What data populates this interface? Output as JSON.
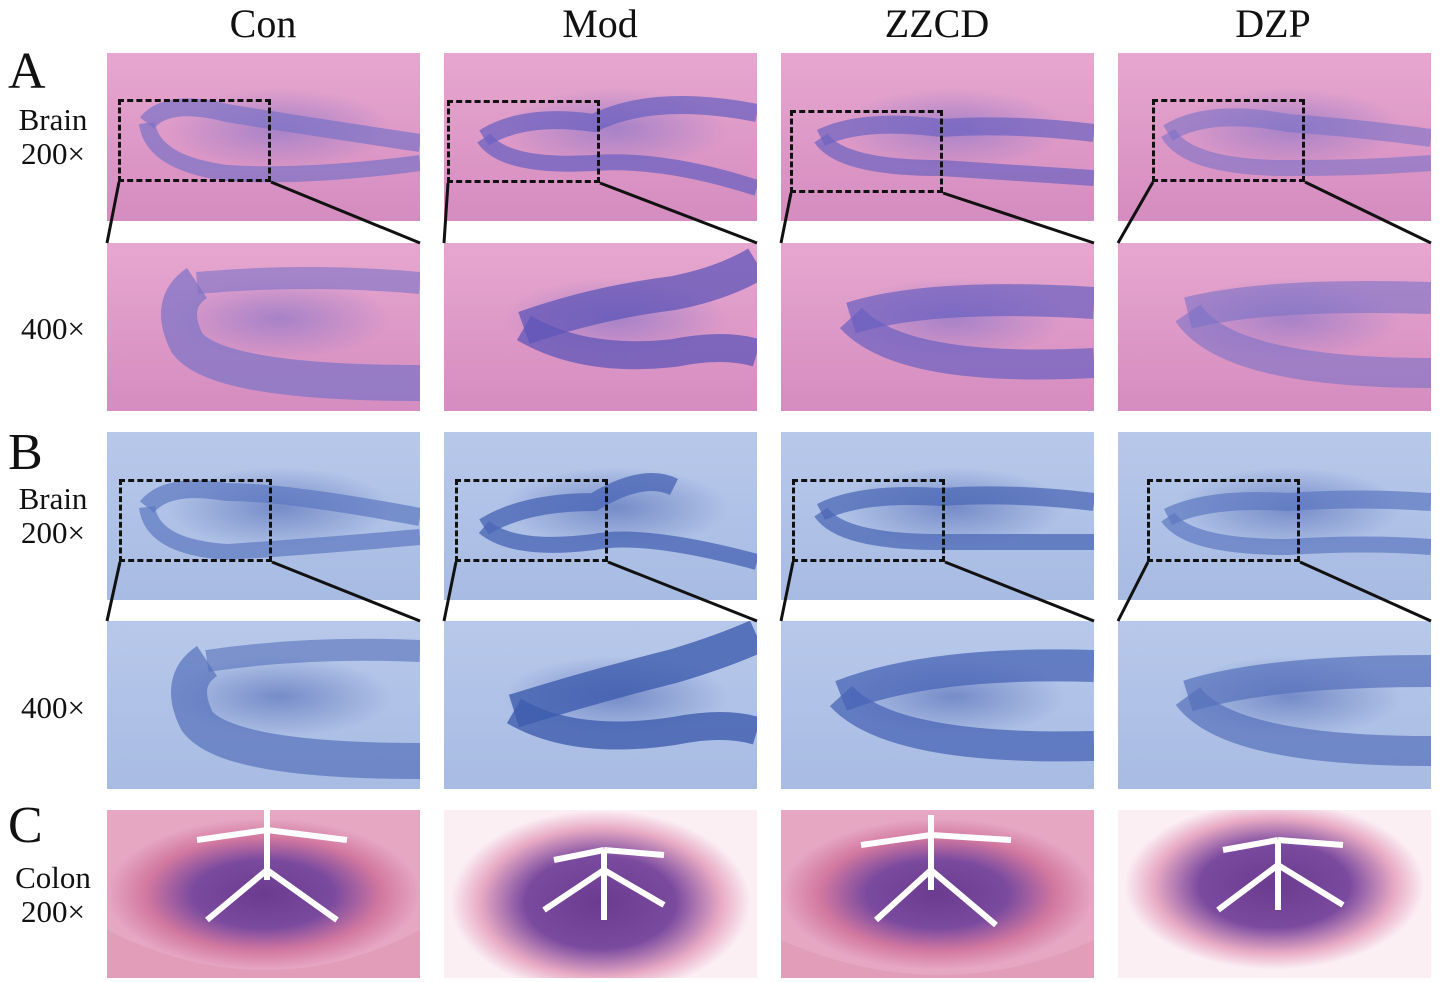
{
  "columns": [
    "Con",
    "Mod",
    "ZZCD",
    "DZP"
  ],
  "panels": {
    "A": {
      "letter": "A",
      "label_top_line1": "Brain",
      "label_top_line2": "200×",
      "label_bottom": "400×"
    },
    "B": {
      "letter": "B",
      "label_top_line1": "Brain",
      "label_top_line2": "200×",
      "label_bottom": "400×"
    },
    "C": {
      "letter": "C",
      "label_line1": "Colon",
      "label_line2": "200×"
    }
  },
  "colors": {
    "he_stain": "#e2a1cb",
    "nissl_stain": "#b0c3e7",
    "colon_stain": "#7a4a9f",
    "dashed_box": "#111111"
  }
}
